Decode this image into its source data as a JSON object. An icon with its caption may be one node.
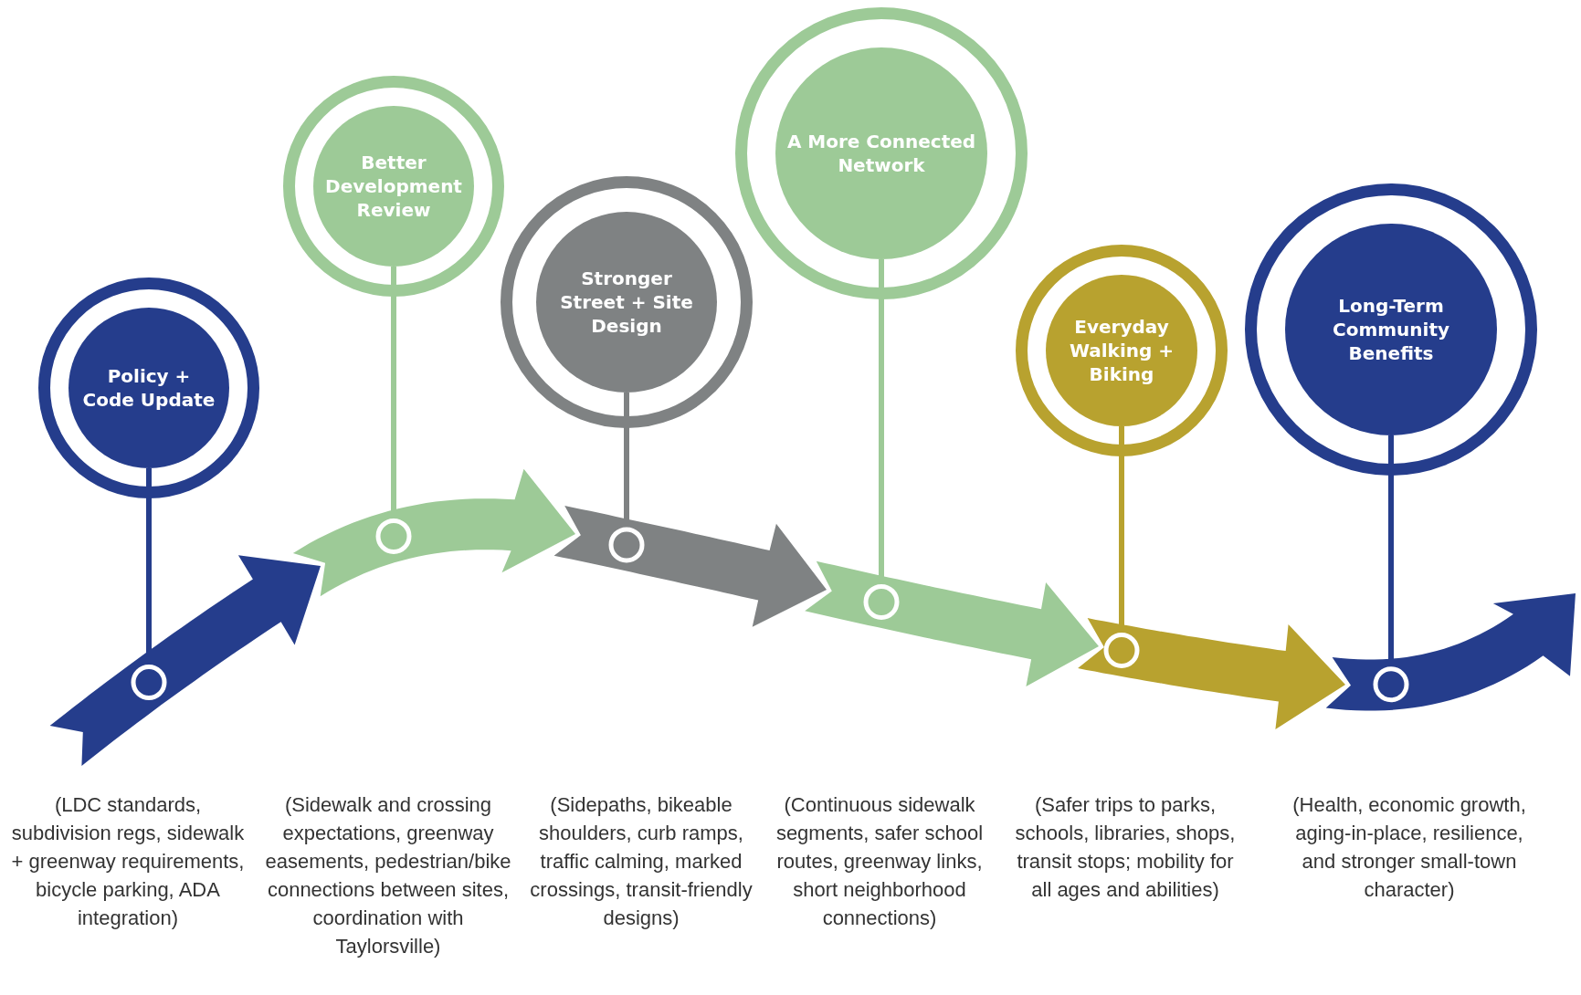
{
  "diagram": {
    "nodes": [
      {
        "text": [
          "Policy + Code Update"
        ]
      },
      {
        "text": [
          "Better Development Review"
        ]
      },
      {
        "text": [
          "Stronger Street + Site Design"
        ]
      },
      {
        "text": [
          "A More Connected Network"
        ]
      },
      {
        "text": [
          "Everyday Walking + Biking"
        ]
      },
      {
        "text": [
          "Long-Term Community Benefits"
        ]
      },
      {
        "text": [],
        "shape": "arrow"
      },
      {
        "text": [],
        "shape": "arrow"
      },
      {
        "text": [],
        "shape": "arrow"
      },
      {
        "text": [],
        "shape": "arrow"
      },
      {
        "text": [],
        "shape": "arrow"
      },
      {
        "text": [],
        "shape": "arrow"
      }
    ],
    "edges": [
      {
        "from": 0,
        "to": 6,
        "arrow": "other",
        "color": "#253d8c"
      },
      {
        "from": 1,
        "to": 7,
        "arrow": "other",
        "color": "#9dca97"
      },
      {
        "from": 2,
        "to": 8,
        "arrow": "other",
        "color": "#7f8283"
      },
      {
        "from": 3,
        "to": 9,
        "arrow": "other",
        "color": "#9dca97"
      },
      {
        "from": 4,
        "to": 10,
        "arrow": "other",
        "color": "#b8a22f"
      },
      {
        "from": 5,
        "to": 11,
        "arrow": "other",
        "color": "#253d8c"
      }
    ],
    "labels": [
      "(LDC standards, subdivision regs, sidewalk + greenway requirements, bicycle parking, ADA integration)",
      "(Sidewalk and crossing expectations, greenway easements, pedestrian/bike connections between sites, coordination with Taylorsville)",
      "(Sidepaths, bikeable shoulders, curb ramps, traffic calming, marked crossings, transit-friendly designs)",
      "(Continuous sidewalk segments, safer school routes, greenway links, short neighborhood connections)",
      "(Safer trips to parks, schools, libraries, shops, transit stops; mobility for all ages and abilities)",
      "(Health, economic growth, aging-in-place, resilience, and stronger small-town character)"
    ]
  }
}
